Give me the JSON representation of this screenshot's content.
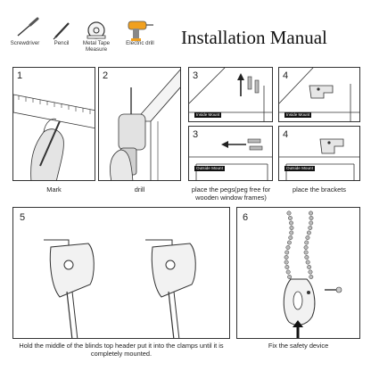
{
  "header": {
    "title": "Installation Manual",
    "tools": [
      {
        "label": "Screwdriver",
        "icon": "screwdriver-icon"
      },
      {
        "label": "Pencil",
        "icon": "pencil-icon"
      },
      {
        "label": "Metal Tape Measure",
        "icon": "tape-measure-icon"
      },
      {
        "label": "Electric drill",
        "icon": "electric-drill-icon"
      }
    ]
  },
  "steps": [
    {
      "number": "1",
      "caption": "Mark"
    },
    {
      "number": "2",
      "caption": "drill"
    },
    {
      "number": "3",
      "number_lower": "3",
      "tag_upper": "Inside Mount",
      "tag_lower": "Outside Mount",
      "caption": "place the pegs(peg free for wooden window frames)"
    },
    {
      "number": "4",
      "number_lower": "4",
      "tag_upper": "Inside Mount",
      "tag_lower": "Outside Mount",
      "caption": "place the brackets"
    },
    {
      "number": "5",
      "caption": "Hold the middle of the blinds top header put it into the clamps until it is completely mounted."
    },
    {
      "number": "6",
      "caption": "Fix the safety device"
    }
  ],
  "colors": {
    "line": "#333333",
    "drill_accent": "#f0a020",
    "tag_bg": "#111111"
  }
}
